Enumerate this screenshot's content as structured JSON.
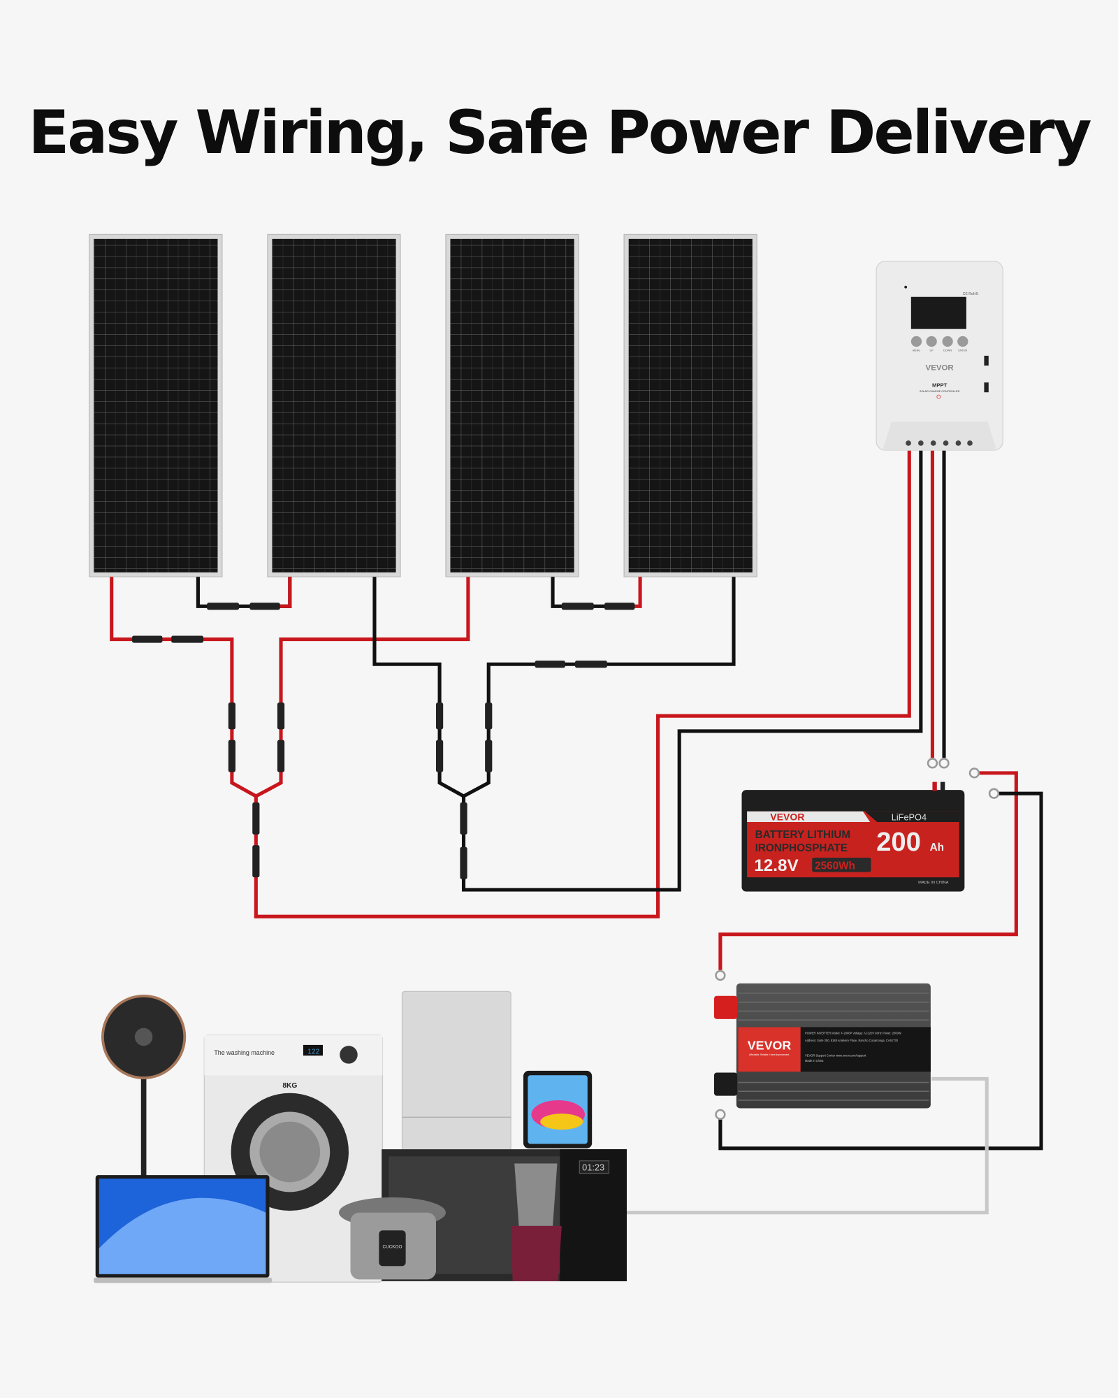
{
  "title": "Easy Wiring, Safe Power Delivery",
  "colors": {
    "positive_wire": "#c8161d",
    "negative_wire": "#111111",
    "ac_wire": "#c8c8c8",
    "brand_red": "#d9322b",
    "background": "#f6f6f6"
  },
  "solar_panels": {
    "count": 4
  },
  "controller": {
    "brand": "VEVOR",
    "type": "MPPT",
    "subtitle": "SOLAR CHARGE CONTROLLER",
    "cert": "CE RoHS",
    "buttons": [
      "MENU",
      "UP",
      "DOWN",
      "ENTER"
    ]
  },
  "battery": {
    "brand": "VEVOR",
    "chemistry": "LiFePO4",
    "line1": "BATTERY LITHIUM",
    "line2": "IRONPHOSPHATE",
    "voltage": "12.8V",
    "energy": "2560Wh",
    "capacity": "200",
    "capacity_unit": "Ah",
    "origin": "MADE IN CHINA"
  },
  "inverter": {
    "brand": "VEVOR",
    "tagline": "Affordable. Reliable. Home Improvement.",
    "label_line1": "POWER INVERTER   Model: F-2000P   Voltage: AC120V 60Hz   Power: 2000W",
    "label_line2": "Address: Suite 250, 8188 Anaheim Place, Rancho Cucamonga, CA91730",
    "label_line3": "VEVOR Support Center www.vevor.com/support",
    "label_line4": "Made in China"
  },
  "appliances": {
    "washer_label": "The washing machine",
    "washer_capacity": "8KG",
    "washer_display": "122",
    "microwave_display": "01:23",
    "cooker_brand": "CUCKOO"
  }
}
